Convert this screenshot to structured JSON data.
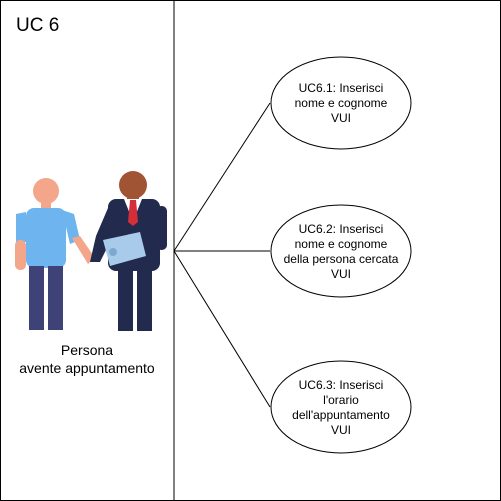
{
  "diagram": {
    "title": "UC 6",
    "actor": {
      "label_line1": "Persona",
      "label_line2": "avente appuntamento",
      "icon": "people-handshake-icon"
    },
    "use_cases": [
      {
        "lines": [
          "UC6.1: Inserisci",
          "nome e cognome",
          "VUI"
        ]
      },
      {
        "lines": [
          "UC6.2: Inserisci",
          "nome e cognome",
          "della persona cercata",
          "VUI"
        ]
      },
      {
        "lines": [
          "UC6.3: Inserisci",
          "l'orario",
          "dell'appuntamento",
          "VUI"
        ]
      }
    ],
    "colors": {
      "skin_light": "#F3A689",
      "shirt_blue": "#6EB4EE",
      "trousers_navy": "#3F4276",
      "suit_navy": "#222A4D",
      "skin_dark": "#A15434",
      "tie_red": "#D62D3A",
      "laptop_light": "#A8CBEB"
    }
  }
}
